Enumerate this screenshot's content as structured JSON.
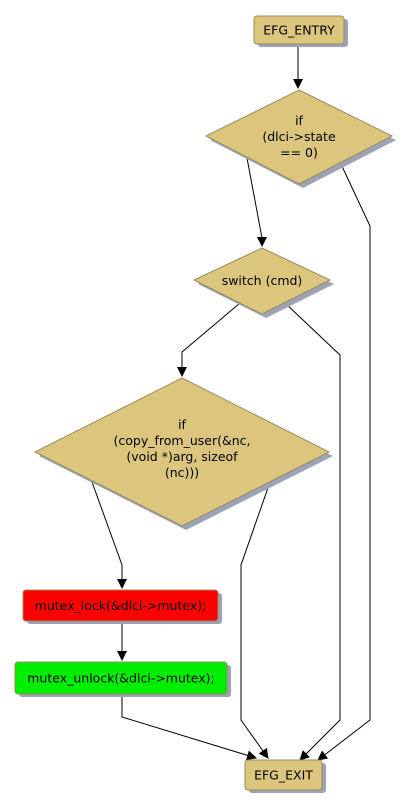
{
  "nodes": {
    "entry": {
      "lines": [
        "EFG_ENTRY"
      ]
    },
    "if1": {
      "lines": [
        "if",
        "(dlci->state",
        "== 0)"
      ]
    },
    "switch1": {
      "lines": [
        "switch (cmd)"
      ]
    },
    "if2": {
      "lines": [
        "if",
        "(copy_from_user(&nc,",
        "(void *)arg, sizeof",
        "(nc)))"
      ]
    },
    "lock": {
      "lines": [
        "mutex_lock(&dlci->mutex);"
      ]
    },
    "unlock": {
      "lines": [
        "mutex_unlock(&dlci->mutex);"
      ]
    },
    "exit": {
      "lines": [
        "EFG_EXIT"
      ]
    }
  },
  "colors": {
    "terminal_fill": "#dcc67e",
    "decision_fill": "#dcc67e",
    "lock_fill": "#ff0000",
    "unlock_fill": "#00ee00",
    "shadow": "#9aa3b8",
    "edge": "#000000"
  }
}
